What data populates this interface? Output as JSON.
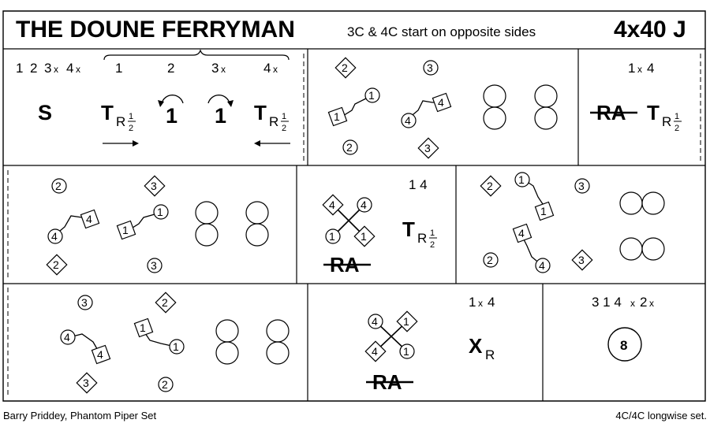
{
  "title": "THE DOUNE FERRYMAN",
  "subtitle": "3C & 4C start on opposite sides",
  "formation": "4x40 J",
  "footer_left": "Barry Priddey, Phantom Piper Set",
  "footer_right": "4C/4C longwise set.",
  "bar1": {
    "positions": [
      "1",
      "2",
      "3",
      "x",
      "4",
      "x"
    ],
    "bars": [
      "1",
      "2",
      "3",
      "x",
      "4",
      "x"
    ],
    "move_s": "S",
    "move_t": "T",
    "move_r": "R",
    "frac_num": "1",
    "frac_den": "2",
    "turn_num": "1"
  },
  "bar3": {
    "order": "1",
    "x": "x",
    "four": "4",
    "ra": "RA",
    "t": "T",
    "r": "R",
    "fn": "1",
    "fd": "2"
  },
  "bar6": {
    "order": "1 4",
    "ra": "RA",
    "t": "T",
    "r": "R",
    "fn": "1",
    "fd": "2"
  },
  "bar10": {
    "order": "1",
    "x": "x",
    "four": "4",
    "ra": "RA",
    "move": "X",
    "r": "R"
  },
  "bar11": {
    "order_a": "3 1 4",
    "x": "x",
    "order_b": "2",
    "x2": "x",
    "bars": "8"
  },
  "dancers": {
    "one": "1",
    "two": "2",
    "three": "3",
    "four": "4"
  }
}
